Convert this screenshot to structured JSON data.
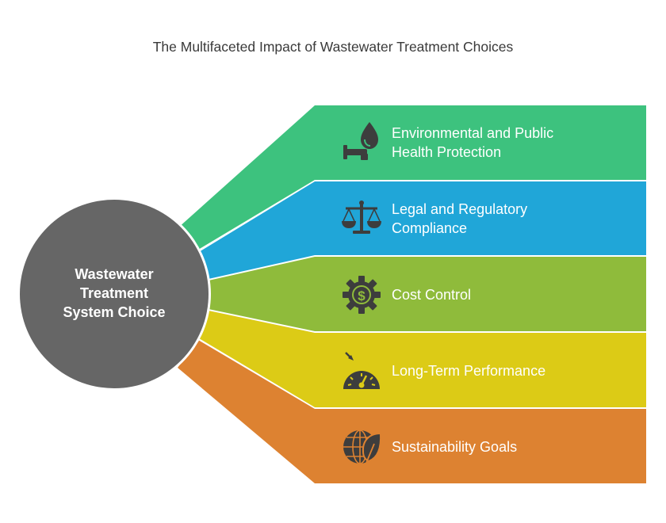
{
  "title": "The Multifaceted Impact of Wastewater Treatment Choices",
  "hub": {
    "label": "Wastewater\nTreatment\nSystem Choice",
    "color": "#666666"
  },
  "branches": [
    {
      "label": "Environmental and Public\nHealth Protection",
      "icon": "water-tap-drop-icon",
      "color": "#3dc27e"
    },
    {
      "label": "Legal and Regulatory\nCompliance",
      "icon": "scales-icon",
      "color": "#20a6d8"
    },
    {
      "label": "Cost Control",
      "icon": "dollar-gear-icon",
      "color": "#8fbb3b"
    },
    {
      "label": "Long-Term Performance",
      "icon": "gauge-icon",
      "color": "#dccb16"
    },
    {
      "label": "Sustainability Goals",
      "icon": "globe-leaf-icon",
      "color": "#dd8231"
    }
  ]
}
